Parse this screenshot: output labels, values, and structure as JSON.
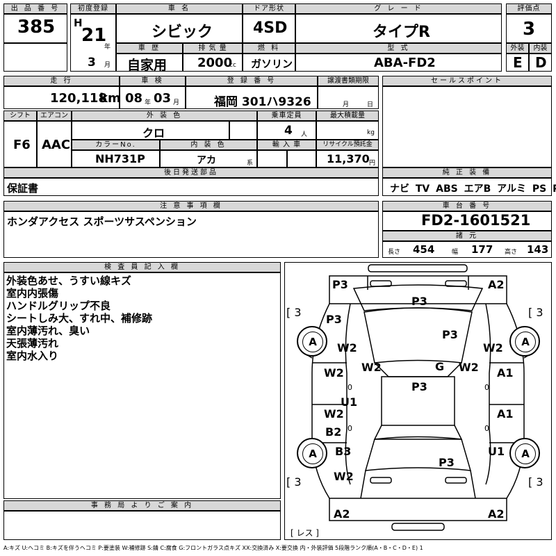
{
  "header": {
    "lot_no_label": "出 品 番 号",
    "lot_no": "385",
    "first_reg_label": "初度登録",
    "era": "H",
    "year": "21",
    "year_unit": "年",
    "month": "3",
    "month_unit": "月",
    "car_name_label": "車 名",
    "car_name": "シビック",
    "door_label": "ドア形状",
    "door": "4SD",
    "grade_label": "グ レ ー ド",
    "grade": "タイプR",
    "score_label": "評価点",
    "score": "3",
    "history_label": "車 歴",
    "history": "自家用",
    "displacement_label": "排 気 量",
    "displacement": "2000",
    "displacement_unit": "cc",
    "fuel_label": "燃 料",
    "fuel": "ガソリン",
    "model_label": "型 式",
    "model": "ABA-FD2",
    "exterior_label": "外装",
    "exterior_grade": "E",
    "interior_label": "内装",
    "interior_grade": "D"
  },
  "spec": {
    "mileage_label": "走 行",
    "mileage": "120,118",
    "mileage_unit": "km",
    "inspection_label": "車 検",
    "insp_year": "08",
    "insp_year_unit": "年",
    "insp_month": "03",
    "insp_month_unit": "月",
    "reg_no_label": "登 録 番 号",
    "reg_no": "福岡 301ハ9326",
    "transfer_label": "譲渡書類期限",
    "transfer_month": "月",
    "transfer_day": "日",
    "shift_label": "シフト",
    "shift": "F6",
    "ac_label": "エアコン",
    "ac": "AAC",
    "ext_color_label": "外 装 色",
    "ext_color": "クロ",
    "capacity_label": "乗車定員",
    "capacity": "4",
    "capacity_unit": "人",
    "max_load_label": "最大積載量",
    "max_load_unit": "kg",
    "color_no_label": "カラーNo.",
    "color_no": "NH731P",
    "int_color_label": "内 装 色",
    "int_color": "アカ",
    "int_color_suffix": "系",
    "import_label": "輸 入 車",
    "recycle_label": "リサイクル預託金",
    "recycle": "11,370",
    "recycle_unit": "円"
  },
  "sales_point_label": "セールスポイント",
  "later_label": "後日発送部品",
  "later": "保証書",
  "equip_label": "純 正 装 備",
  "equip": "ナビ TV ABS エアB アルミ PS PW",
  "notes_label": "注 意 事 項 欄",
  "notes": "ホンダアクセス スポーツサスペンション",
  "chassis_label": "車 台 番 号",
  "chassis": "FD2-1601521",
  "dims_label": "諸 元",
  "length_label": "長さ",
  "length": "454",
  "width_label": "幅",
  "width": "177",
  "height_label": "高さ",
  "height": "143",
  "inspector_label": "検 査 員 記 入 欄",
  "inspector_lines": [
    "外装色あせ、うすい線キズ",
    "室内内張傷",
    "ハンドルグリップ不良",
    "シートしみ大、すれ中、補修跡",
    "室内薄汚れ、臭い",
    "天張薄汚れ",
    "室内水入り"
  ],
  "office_label": "事 務 局 よ り ご 案 内",
  "diagram": {
    "labels": {
      "p3_fl": "P3",
      "a2_fr": "A2",
      "p3_hood": "P3",
      "b3_tl": "[ 3",
      "b3_tr": "[ 3",
      "b3_bl": "[ 3",
      "b3_br": "[ 3",
      "p3_fender": "P3",
      "a_fl": "A",
      "a_fr": "A",
      "a_rl": "A",
      "a_rr": "A",
      "w2_l1": "W2",
      "w2_l2": "W2",
      "w2_r1": "W2",
      "w2_r2": "W2",
      "p3_ws": "P3",
      "g": "G",
      "p3_roof": "P3",
      "w2_door_l": "W2",
      "a1_door_r": "A1",
      "zero1": "0",
      "u1_sill": "U1",
      "w2_rdoor_l": "W2",
      "b2": "B2",
      "zero2": "0",
      "a1_rdoor_r": "A1",
      "zero3": "0",
      "zero4": "0",
      "b3": "B3",
      "u1_r": "U1",
      "p3_trunk": "P3",
      "w2_rq": "W2",
      "a2_rl": "A2",
      "a2_rr": "A2",
      "reverse": "[ レス ]"
    }
  },
  "legend": "A:キズ U:ヘコミ B:キズを伴うヘコミ P:要塗装 W:補修跡 S:錆 C:腐食 G:フロントガラス点キズ XX:交換済み X:要交換 内・外装評価 5段階ランク順(A・B・C・D・E) 1"
}
